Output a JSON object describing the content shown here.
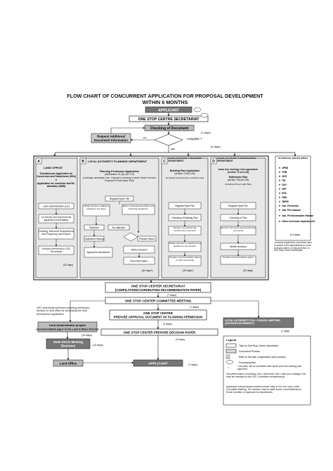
{
  "title_line1": "FLOW CHART OF CONCURRENT APPLICATION FOR PROPOSAL DEVELOPMENT",
  "title_line2": "WITHIN 6 MONTHS",
  "nodes": {
    "applicant_top": "APPLICANT",
    "oscs": "ONE STOP CENTRE SECRETARIAT",
    "checking": "Checking of Document",
    "request_additional_1": "Request Additional",
    "request_additional_2": "Document/ Information",
    "complete": "complete ?",
    "no": "no",
    "yes": "yes",
    "days_1": "(1 days)",
    "days_2": "(2 days)"
  },
  "columns": {
    "a_letter": "A",
    "a_title": "LAND OFFICE",
    "a_sub1": "Simultaneous Application for",
    "a_sub2": "Conversion and Subdivision (SSA)",
    "a_or": "or",
    "a_sub3": "Application for surrender and Re-",
    "a_sub4": "alienation (SMD)",
    "a_step1": "Land administrator (LA)",
    "a_step2": "LA checks and recommends application immediately",
    "a_step3": "Charting, Memorial Endorsement and Preparing Land Report",
    "a_step4": "Forward comments to OSC Secretariat",
    "a_days": "(30 days)",
    "b_letter": "B",
    "b_title": "LOCAL AUTHORITY PLANNING DEPARTMENT",
    "b_sub1": "Planning Permission Application",
    "b_sub2": "(Subsection 21 (5), Act 172)",
    "b_sub3": "(Including Landscape Plan, Proposal of Housing Scheme Name Plan and Proposal of Road Name Plan)",
    "b_step1": "Register/Open File",
    "b_step2": "Written Notice to adjacent neighbour (14 days)",
    "b_step3": "Refer to Development Plans and Planning Guidelines",
    "b_step4": "Objection",
    "b_step5": "No objection",
    "b_step6": "Objections Hearing",
    "b_step7": "Prepare Report",
    "b_step8": "Applicant's amendment",
    "b_step9": "Written direction",
    "b_step10": "Recommendation",
    "b_days": "(60 days*)",
    "c_letter": "C",
    "c_title": "LOCAL AUTHORITY BUILDING DEPARTMENT",
    "c_sub1": "Building Plan Application",
    "c_sub2": "(section 70 Act 133)",
    "c_sub3": "(Including structural plan and ESC plan)",
    "c_step1": "Register/Open File",
    "c_step2": "Checking of Building Plan",
    "c_step3": "Receive comments and synchronize comments",
    "c_step4": "Written direction to applicant and architect to amend plan",
    "c_step5": "Prepare recommendation paper to OSC Secretariat",
    "c_days": "(30 days*)",
    "d_letter": "D",
    "d_title": "LOCAL AUTHORITY ENGINEERING DEPARTMENT",
    "d_sub1": "Road and Drainage Plan Application (section 70 Act 133)",
    "d_sub2": "Earthworks Plan",
    "d_sub3": "(section 70A Act 133)",
    "d_sub4": "(Including Street Light Plan)",
    "d_step1": "Register/Open File",
    "d_step2": "Checking of Plan",
    "d_step3": "Receive comments and synchronize comments",
    "d_step4": "Written direction",
    "d_step5": "Prepare recommendation paper",
    "d_days": "(30 days)",
    "tech_title": "TECHNICAL DEPARTMENT",
    "tech_list": [
      "JPBD",
      "TNB",
      "JKR",
      "TM",
      "JAS",
      "JPP",
      "PPA",
      "JMG",
      "JBPM",
      "Jab. Pertanian",
      "Jab. Perhutanan",
      "Jab. Perikhidmatan Haiwan",
      "Other technical departments"
    ],
    "tech_days": "(14 days)",
    "tech_note": "Technical department comments have to submit to the departments in Local Authority within 14 days and then to One Stop Center Secretariat"
  },
  "flow": {
    "oscs2": "ONE STOP CENTER SECRETARIAT",
    "oscs2_sub": "(COMPILATION/COORDINATING RECOMMENDATION PAPER)",
    "days_7": "(7 days)",
    "committee": "ONE STOP CENTER COMMITTEE MEETING",
    "days_7b": "(7 days)",
    "osc_note": "OSC secretariat will inform planning permission decision to land office for processing the land development application",
    "land_admin_1": "Land Administrator prepare",
    "land_admin_2": "recommendation paper to the Land & Mines Director",
    "land_admin_days": "(14 days)",
    "prepare_1": "ONE STOP CENTER",
    "prepare_2": "PREPARE APPROVAL DOCUMENT OF PLANNING PERMISSION",
    "days_3": "(3 days)",
    "exco_1": "State EXCO Meeting",
    "exco_2": "(Decision)",
    "exco_days": "(14 days)",
    "decision": "ONE STOP CENTER PREPARE DECISION PAPER",
    "days_3b": "(3 days)",
    "land_office": "Land Office",
    "applicant_bottom": "APPLICANT",
    "days_7c": "(7 days)",
    "la_full": "LOCAL AUTHORITY FULL COUNCIL MEETING (ACKNOWLEDGEMENT)",
    "la_full_days": "(7 days)"
  },
  "legend": {
    "title": "Legend",
    "item1": "Task for One Stop Centre Secretariat",
    "item2": "Concurrent Process",
    "item3": "Refer to the task of application work process",
    "item4": "Processing time",
    "item5": "This plans can be submitted after layout plan and building plan approved",
    "note1": "Recommendation of Building Plan, Earthworks Plan, Road and Drainage Plan shall be submitted to the OSC Committee simultaneously",
    "note2": "Application that processed cleared should notify in the One Stop Centre Committee Meeting. The decision may be made by the Local Authority for Email Condition or Approved for departments"
  }
}
